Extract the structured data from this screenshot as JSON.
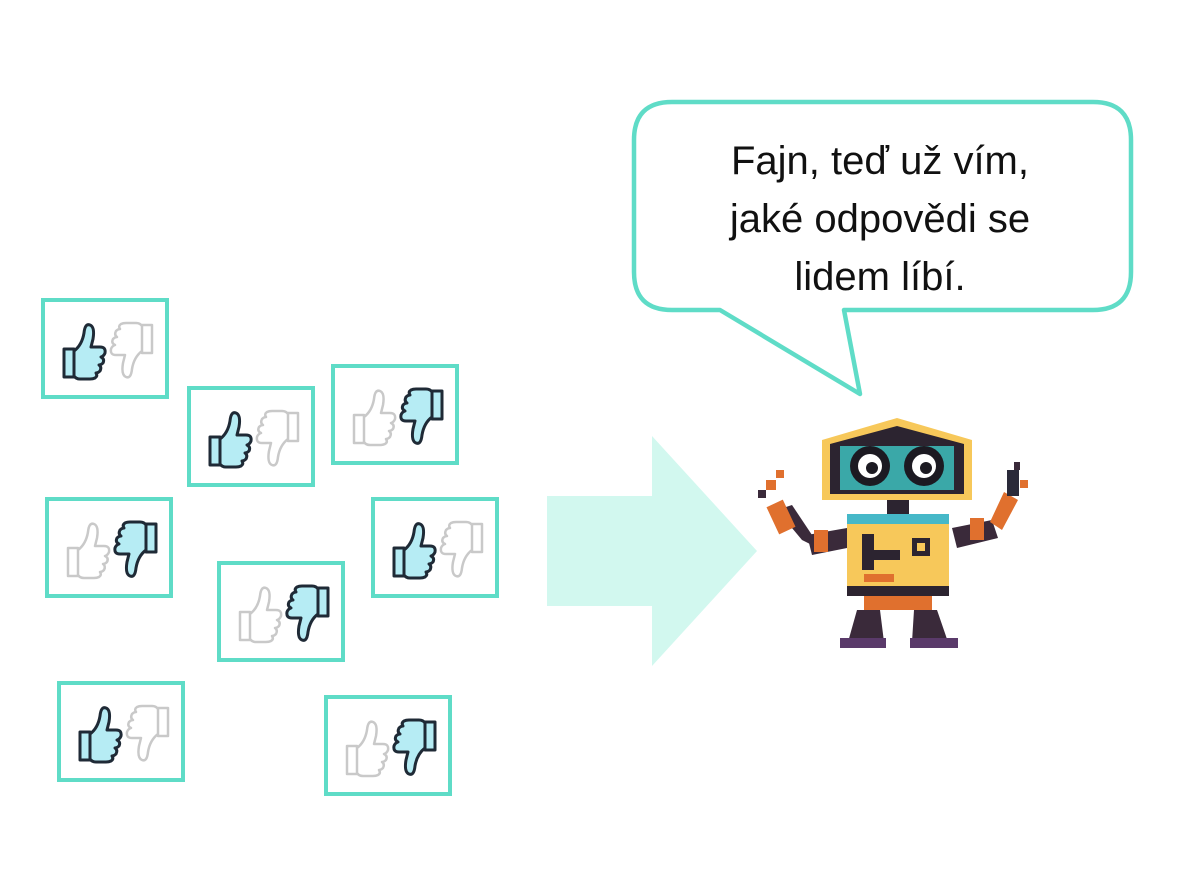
{
  "speech_bubble": {
    "lines": [
      "Fajn, teď už vím,",
      "jaké odpovědi se",
      "lidem líbí."
    ]
  },
  "feedback_cards": [
    {
      "selected": "thumbs-up"
    },
    {
      "selected": "thumbs-up"
    },
    {
      "selected": "thumbs-down"
    },
    {
      "selected": "thumbs-down"
    },
    {
      "selected": "thumbs-up"
    },
    {
      "selected": "thumbs-down"
    },
    {
      "selected": "thumbs-up"
    },
    {
      "selected": "thumbs-down"
    }
  ],
  "icons": {
    "thumb_up": "thumbs-up-icon",
    "thumb_down": "thumbs-down-icon",
    "arrow": "arrow-right-icon",
    "robot": "robot-illustration"
  },
  "colors": {
    "card_border": "#5fdcc7",
    "bubble_border": "#5fdcc7",
    "arrow_fill": "#d2f8ef",
    "icon_selected_fill": "#b6ecf4",
    "icon_selected_stroke": "#1f2a36",
    "icon_unselected_stroke": "#c9c9c9"
  }
}
